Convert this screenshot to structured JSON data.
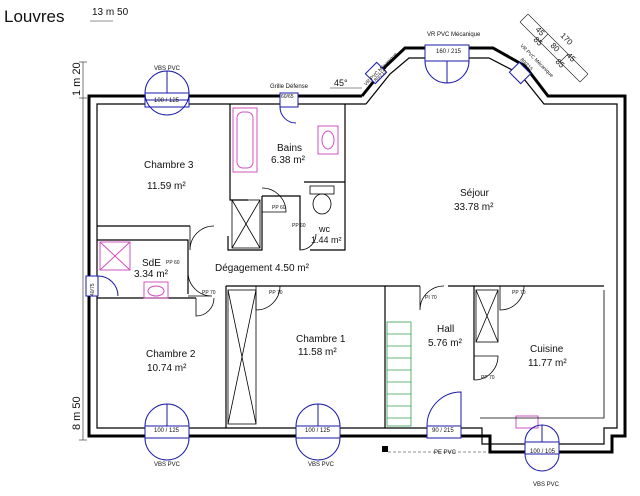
{
  "header": {
    "title": "Louvres",
    "scale_label": "13 m 50"
  },
  "side_dims": {
    "top": "1 m 20",
    "bottom": "8 m 50"
  },
  "rooms": {
    "chambre3": {
      "name": "Chambre 3",
      "area": "11.59 m²"
    },
    "bains": {
      "name": "Bains",
      "area": "6.38 m²"
    },
    "wc": {
      "name": "wc",
      "area": "1.44 m²"
    },
    "sejour": {
      "name": "Séjour",
      "area": "33.78 m²"
    },
    "sde": {
      "name": "SdE",
      "area": "3.34 m²"
    },
    "degagement": {
      "label": "Dégagement 4.50 m²"
    },
    "chambre2": {
      "name": "Chambre 2",
      "area": "10.74 m²"
    },
    "chambre1": {
      "name": "Chambre 1",
      "area": "11.58 m²"
    },
    "hall": {
      "name": "Hall",
      "area": "5.76 m²"
    },
    "cuisine": {
      "name": "Cuisine",
      "area": "11.77 m²"
    }
  },
  "openings": {
    "vbs_pvc": "VBS PVC",
    "vr_pvc_mecanique": "VR PVC Mécanique",
    "grille_defense": "Grille Défense",
    "pe_pvc": "PE PVC",
    "w_100_125": "100 / 125",
    "w_160_215": "160 / 215",
    "w_80_215": "80/215",
    "w_60_65": "60/65",
    "w_90_215": "90 / 215",
    "w_100_105": "100 / 105",
    "w_40_75": "40/75",
    "pp60": "PP 60",
    "pp70": "PP 70",
    "pi70": "PI 70"
  },
  "angle": "45°",
  "corner_dims": [
    "45",
    "170",
    "85",
    "80",
    "45",
    "85"
  ]
}
